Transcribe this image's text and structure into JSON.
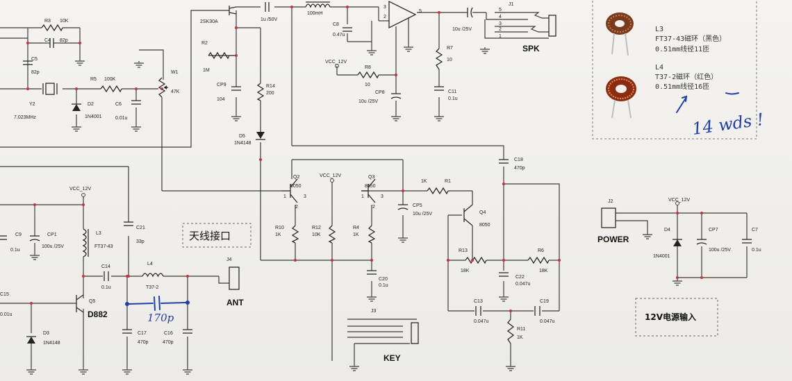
{
  "top_section": {
    "r3": "R3",
    "r3_val": "10K",
    "c4": "C4",
    "c4_val": "82p",
    "c5": "C5",
    "c5_val": "82p",
    "y2": "Y2",
    "y2_val": "7.023MHz",
    "d2": "D2",
    "d2_val": "1N4001",
    "r5": "R5",
    "r5_val": "100K",
    "c6": "C6",
    "c6_val": "0.01u",
    "w1": "W1",
    "w1_val": "47K",
    "q_jfet": "2SK30A",
    "r2": "R2",
    "r2_val": "1M",
    "cp9": "CP9",
    "cp9_val": "104",
    "r14": "R14",
    "r14_val": "200",
    "d5": "D5",
    "d5_val": "1N4148",
    "c_1u": "1u /50V",
    "choke": "100mH",
    "c8": "C8",
    "c8_val": "0.47u",
    "vcc": "VCC_12V",
    "r8": "R8",
    "r8_val": "10",
    "cp8": "CP8",
    "cp8_val": "10u /25V",
    "r7": "R7",
    "r7_val": "10",
    "c11": "C11",
    "c11_val": "0.1u",
    "c_spk": "10u /25V",
    "j1": "J1",
    "spk": "SPK",
    "pins_5": [
      "1",
      "2",
      "3",
      "4",
      "5"
    ],
    "amp_pins": [
      "2",
      "3",
      "5"
    ]
  },
  "inductor_notes": {
    "l3_name": "L3",
    "l3_line1": "FT37-43磁环（黑色）",
    "l3_line2": "0.51mm线径11匝",
    "l4_name": "L4",
    "l4_line1": "T37-2磁环（红色）",
    "l4_line2": "0.51mm线径16匝",
    "handwritten": "14 wds !"
  },
  "middle_section": {
    "c18": "C18",
    "c18_val": "470p",
    "q2": "Q2",
    "q2_val": "8050",
    "vcc": "VCC_12V",
    "q3": "Q3",
    "q3_val": "8550",
    "r1": "R1",
    "r1_val": "1K",
    "cp5": "CP5",
    "cp5_val": "10u /25V",
    "q4": "Q4",
    "q4_val": "8050",
    "r10": "R10",
    "r10_val": "1K",
    "r12": "R12",
    "r12_val": "10K",
    "r4": "R4",
    "r4_val": "1K",
    "c20": "C20",
    "c20_val": "0.1u",
    "r13": "R13",
    "r13_val": "18K",
    "r6": "R6",
    "r6_val": "18K",
    "c22": "C22",
    "c22_val": "0.047u",
    "c13": "C13",
    "c13_val": "0.047u",
    "c19": "C19",
    "c19_val": "0.047u",
    "r11": "R11",
    "r11_val": "1K",
    "j3": "J3",
    "key": "KEY",
    "q_pins": [
      "1",
      "2",
      "3"
    ]
  },
  "bottom_left": {
    "vcc": "VCC_12V",
    "c9": "C9",
    "c9_val": "0.1u",
    "cp1": "CP1",
    "cp1_val": "100u /25V",
    "l3": "L3",
    "l3_val": "FT37-43",
    "c21": "C21",
    "c21_val": "33p",
    "c14": "C14",
    "c14_val": "0.1u",
    "l4": "L4",
    "l4_val": "T37-2",
    "c15": "C15",
    "c15_val": "0.01u",
    "q5": "Q5",
    "q5_val": "D882",
    "d3": "D3",
    "d3_val": "1N4148",
    "c17": "C17",
    "c17_val": "470p",
    "c16": "C16",
    "c16_val": "470p",
    "antenna_box": "天线接口",
    "j4": "J4",
    "ant": "ANT",
    "handwritten_val": "170p"
  },
  "power_section": {
    "j2": "J2",
    "power": "POWER",
    "vcc": "VCC_12V",
    "d4": "D4",
    "d4_val": "1N4001",
    "cp7": "CP7",
    "cp7_val": "100u /25V",
    "c7": "C7",
    "c7_val": "0.1u",
    "input_box": "12V电源输入"
  }
}
